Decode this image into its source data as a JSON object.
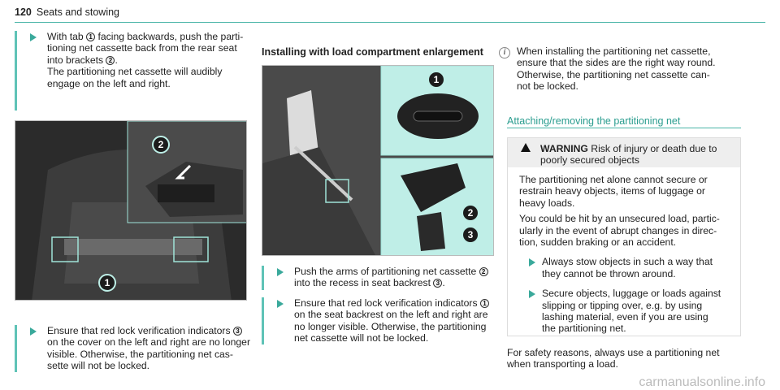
{
  "header": {
    "page_number": "120",
    "section": "Seats and stowing"
  },
  "col1": {
    "step1": {
      "a": "With tab ",
      "num": "1",
      "b": " facing backwards, push the parti-",
      "c": "tioning net cassette back from the rear seat",
      "d": "into brackets ",
      "num2": "2",
      "e": ".",
      "f": "The partitioning net cassette will audibly",
      "g": "engage on the left and right."
    },
    "img_callouts": [
      "2",
      "1"
    ],
    "step2": {
      "a": "Ensure that red lock verification indicators ",
      "num": "3",
      "b": "on the cover on the left and right are no longer",
      "c": "visible. Otherwise, the partitioning net cas-",
      "d": "sette will not be locked."
    }
  },
  "col2": {
    "heading": "Installing with load compartment enlargement",
    "img_callouts": [
      "1",
      "2",
      "3"
    ],
    "step1": {
      "a": "Push the arms of partitioning net cassette ",
      "num": "2",
      "b": "into the recess in seat backrest ",
      "num2": "3",
      "c": "."
    },
    "step2": {
      "a": "Ensure that red lock verification indicators ",
      "num": "1",
      "b": "on the seat backrest on the left and right are",
      "c": "no longer visible. Otherwise, the partitioning",
      "d": "net cassette will not be locked."
    }
  },
  "col3": {
    "note": {
      "l1": "When installing the partitioning net cassette,",
      "l2": "ensure that the sides are the right way round.",
      "l3": "Otherwise, the partitioning net cassette can-",
      "l4": "not be locked."
    },
    "heading": "Attaching/removing the partitioning net",
    "warning": {
      "label": "WARNING",
      "title_a": " Risk of injury or death due to",
      "title_b": "poorly secured objects",
      "p1": [
        "The partitioning net alone cannot secure or",
        "restrain heavy objects, items of luggage or",
        "heavy loads."
      ],
      "p2": [
        "You could be hit by an unsecured load, partic-",
        "ularly in the event of abrupt changes in direc-",
        "tion, sudden braking or an accident."
      ],
      "b1": [
        "Always stow objects in such a way that",
        "they cannot be thrown around."
      ],
      "b2": [
        "Secure objects, luggage or loads against",
        "slipping or tipping over, e.g. by using",
        "lashing material, even if you are using",
        "the partitioning net."
      ]
    },
    "footer": [
      "For safety reasons, always use a partitioning net",
      "when transporting a load."
    ]
  },
  "watermark": "carmanualsonline.info"
}
